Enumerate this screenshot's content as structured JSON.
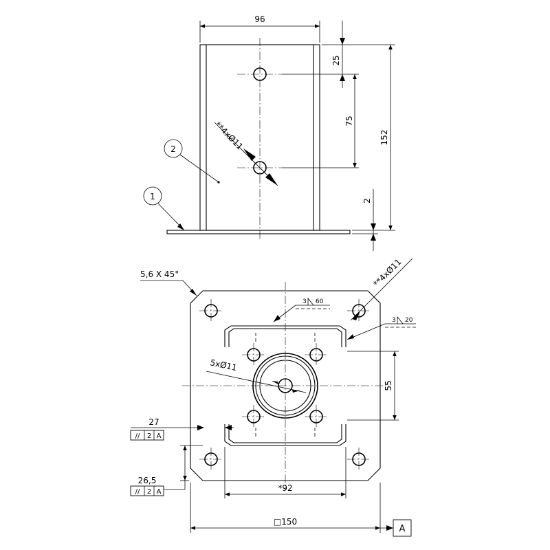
{
  "top_view": {
    "dim_width": "96",
    "dim_top_offset": "25",
    "dim_hole_spacing": "75",
    "dim_height": "152",
    "dim_thickness": "2",
    "hole_callout": "**4xØ11",
    "balloon_1": "1",
    "balloon_2": "2"
  },
  "plan_view": {
    "chamfer": "5,6 X 45°",
    "corner_holes": "**4xØ11",
    "center_holes": "5xØ11",
    "dim_vertical_spacing": "55",
    "dim_inner_width": "*92",
    "dim_plate_size": "□150",
    "weld_top_size": "3",
    "weld_top_length": "60",
    "weld_right_size": "3",
    "weld_right_length": "20",
    "dim_27": "27",
    "dim_26_5": "26,5",
    "tolerance_1": {
      "symbol": "//",
      "value": "2",
      "datum": "A"
    },
    "tolerance_2": {
      "symbol": "//",
      "value": "2",
      "datum": "A"
    },
    "datum_label": "A"
  }
}
